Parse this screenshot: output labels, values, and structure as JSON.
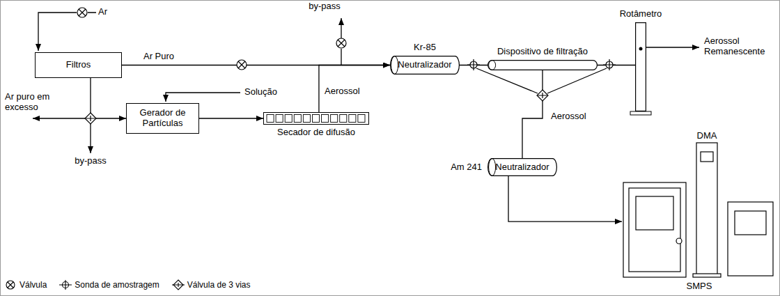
{
  "diagram": {
    "nodes": [
      {
        "text": [
          "Filtros"
        ]
      },
      {
        "text": [
          "Gerador de Partículas"
        ]
      },
      {
        "text": [
          "Secador de difusão"
        ]
      },
      {
        "text": [
          "Kr-85",
          "Neutralizador"
        ]
      },
      {
        "text": [
          "Dispositivo de filtração"
        ]
      },
      {
        "text": [
          "Rotâmetro"
        ]
      },
      {
        "text": [
          "Am 241",
          "Neutralizador"
        ]
      },
      {
        "text": [
          "SMPS"
        ]
      }
    ],
    "edges": [
      {
        "from": 0,
        "to": 3,
        "label": "Ar Puro",
        "arrow": "to"
      },
      {
        "from": 0,
        "to": 1,
        "arrow": "to"
      },
      {
        "from": 1,
        "to": 2,
        "arrow": "to"
      },
      {
        "from": 2,
        "to": 3,
        "label": "Aerossol",
        "arrow": "to"
      },
      {
        "from": 3,
        "to": 4,
        "arrow": "none"
      },
      {
        "from": 4,
        "to": 5,
        "arrow": "none"
      },
      {
        "from": 4,
        "to": 6,
        "label": "Aerossol",
        "arrow": "none"
      },
      {
        "from": 6,
        "to": 7,
        "arrow": "to"
      }
    ],
    "labels": [
      "Ar",
      "by-pass",
      "Ar puro em excesso",
      "Solução",
      "by-pass",
      "Aerossol Remanescente",
      "DMA"
    ],
    "legend": [
      {
        "text": "Válvula"
      },
      {
        "text": "Sonda de amostragem"
      },
      {
        "text": "Válvula de 3 vias"
      }
    ]
  }
}
